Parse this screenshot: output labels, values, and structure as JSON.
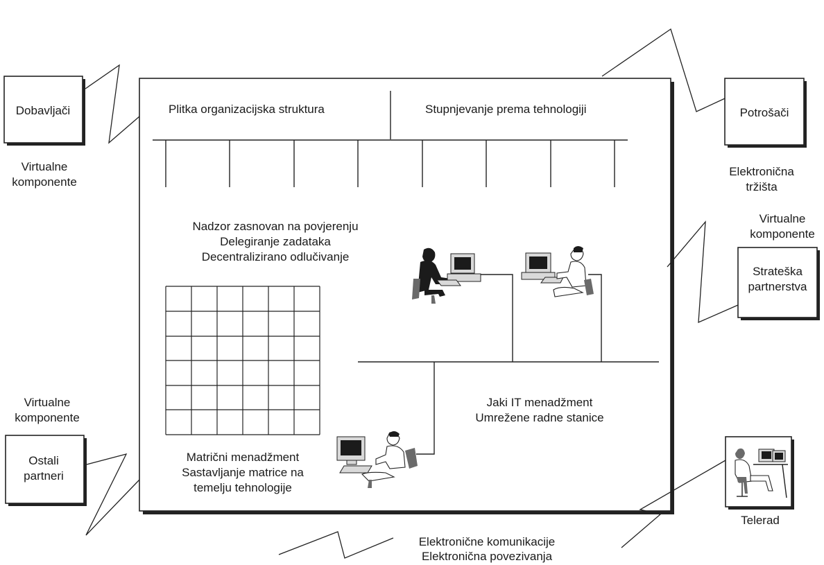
{
  "main_box": {
    "top_left_label": "Plitka organizacijska struktura",
    "top_right_label": "Stupnjevanje prema tehnologiji",
    "middle_text": [
      "Nadzor zasnovan na povjerenju",
      "Delegiranje zadataka",
      "Decentralizirano odlučivanje"
    ],
    "matrix_text": [
      "Matrični menadžment",
      "Sastavljanje matrice na",
      "temelju tehnologije"
    ],
    "network_text": [
      "Jaki  IT menadžment",
      "Umrežene radne stanice"
    ]
  },
  "external": {
    "suppliers": {
      "box_label": "Dobavljači",
      "caption": [
        "Virtualne",
        "komponente"
      ]
    },
    "consumers": {
      "box_label": "Potrošači",
      "caption": [
        "Elektronična",
        "tržišta"
      ]
    },
    "strategic": {
      "caption": [
        "Virtualne",
        "komponente"
      ],
      "box_label": [
        "Strateška",
        "partnerstva"
      ]
    },
    "other_partners": {
      "caption": [
        "Virtualne",
        "komponente"
      ],
      "box_label": [
        "Ostali",
        "partneri"
      ]
    },
    "telework": {
      "caption": "Telerad",
      "icon": "telework-workstation-icon"
    }
  },
  "bottom_caption": [
    "Elektronične komunikacije",
    "Elektronična povezivanja"
  ],
  "icons": [
    "woman-at-computer-icon",
    "man-at-computer-icon",
    "person-at-computer-icon"
  ]
}
